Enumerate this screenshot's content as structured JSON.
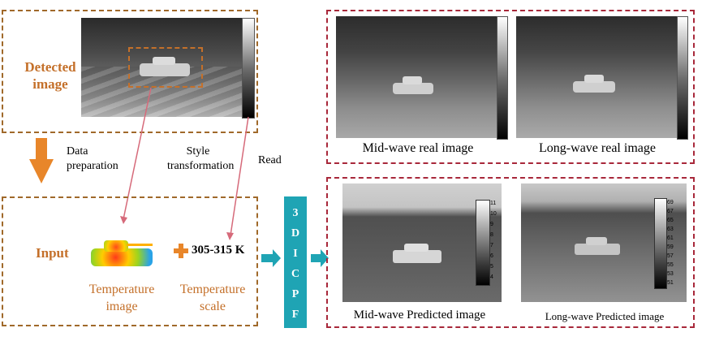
{
  "detected": {
    "label": "Detected image"
  },
  "left_flow": {
    "data_prep": "Data preparation",
    "style_transform": "Style transformation",
    "read": "Read"
  },
  "input": {
    "label": "Input",
    "temperature_range": "305-315 K",
    "temp_image_caption": "Temperature image",
    "temp_scale_caption": "Temperature scale"
  },
  "model": {
    "letters": [
      "3",
      "D",
      "I",
      "C",
      "P",
      "F"
    ]
  },
  "real": {
    "mid_caption": "Mid-wave real image",
    "long_caption": "Long-wave real image"
  },
  "predicted": {
    "mid_caption": "Mid-wave Predicted image",
    "long_caption": "Long-wave Predicted image",
    "mid_scale": [
      "11",
      "10",
      "9",
      "8",
      "7",
      "6",
      "5",
      "4"
    ],
    "long_scale": [
      "69",
      "67",
      "65",
      "63",
      "61",
      "59",
      "57",
      "55",
      "53",
      "51"
    ]
  },
  "colors": {
    "brown": "#c4702a",
    "red_dash": "#a8283a",
    "teal": "#1fa4b4",
    "orange_arrow": "#e8862a",
    "pink_arrow": "#d66a7a"
  }
}
